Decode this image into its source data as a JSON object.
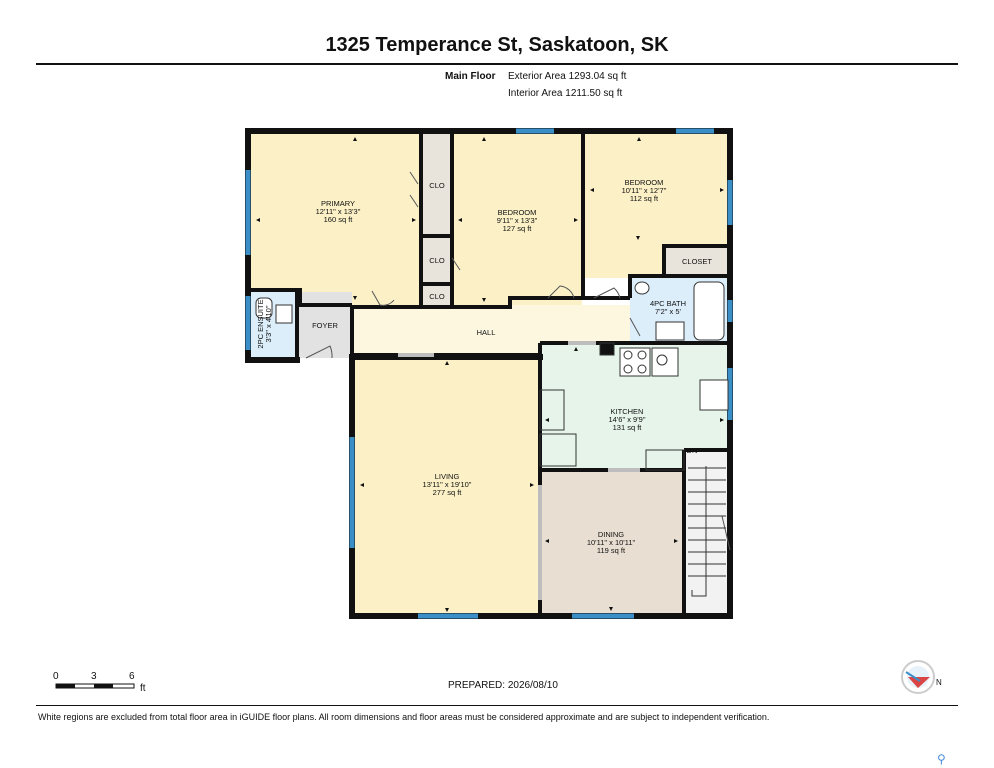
{
  "header": {
    "title": "1325 Temperance St, Saskatoon, SK"
  },
  "floor": {
    "name": "Main Floor",
    "exterior_area": "Exterior Area 1293.04 sq ft",
    "interior_area": "Interior Area 1211.50 sq ft"
  },
  "rooms": {
    "primary": {
      "name": "PRIMARY",
      "dims": "12'11\" x 13'3\"",
      "area": "160 sq ft"
    },
    "bedroom_mid": {
      "name": "BEDROOM",
      "dims": "9'11\" x 13'3\"",
      "area": "127 sq ft"
    },
    "bedroom_right": {
      "name": "BEDROOM",
      "dims": "10'11\" x 12'7\"",
      "area": "112 sq ft"
    },
    "clo1": {
      "name": "CLO"
    },
    "clo2": {
      "name": "CLO"
    },
    "clo3": {
      "name": "CLO"
    },
    "closet": {
      "name": "CLOSET"
    },
    "bath": {
      "name": "4PC BATH",
      "dims": "7'2\" x 5'"
    },
    "ensuite": {
      "name": "2PC ENSUITE",
      "dims": "3'3\" x 4'10\""
    },
    "foyer": {
      "name": "FOYER"
    },
    "hall": {
      "name": "HALL"
    },
    "kitchen": {
      "name": "KITCHEN",
      "dims": "14'6\" x 9'9\"",
      "area": "131 sq ft"
    },
    "living": {
      "name": "LIVING",
      "dims": "13'11\" x 19'10\"",
      "area": "277 sq ft"
    },
    "dining": {
      "name": "DINING",
      "dims": "10'11\" x 10'11\"",
      "area": "119 sq ft"
    },
    "stairs": {
      "name": "DN"
    }
  },
  "scale": {
    "tick0": "0",
    "tick1": "3",
    "tick2": "6",
    "unit": "ft"
  },
  "prepared": "PREPARED: 2026/08/10",
  "footnote": "White regions are excluded from total floor area in iGUIDE floor plans. All room dimensions and floor areas must be considered approximate and are subject to independent verification.",
  "compass": {
    "label": "N"
  },
  "colors": {
    "wall": "#111111",
    "window": "#3a8fc7",
    "bedroom_fill": "#fbf0c6",
    "hall_fill": "#fdf7e0",
    "kitchen_fill": "#e6f4ea",
    "bath_fill": "#dceefa",
    "dining_fill": "#e8ded1",
    "closet_fill": "#e9e4db",
    "foyer_fill": "#e2e2e2"
  }
}
